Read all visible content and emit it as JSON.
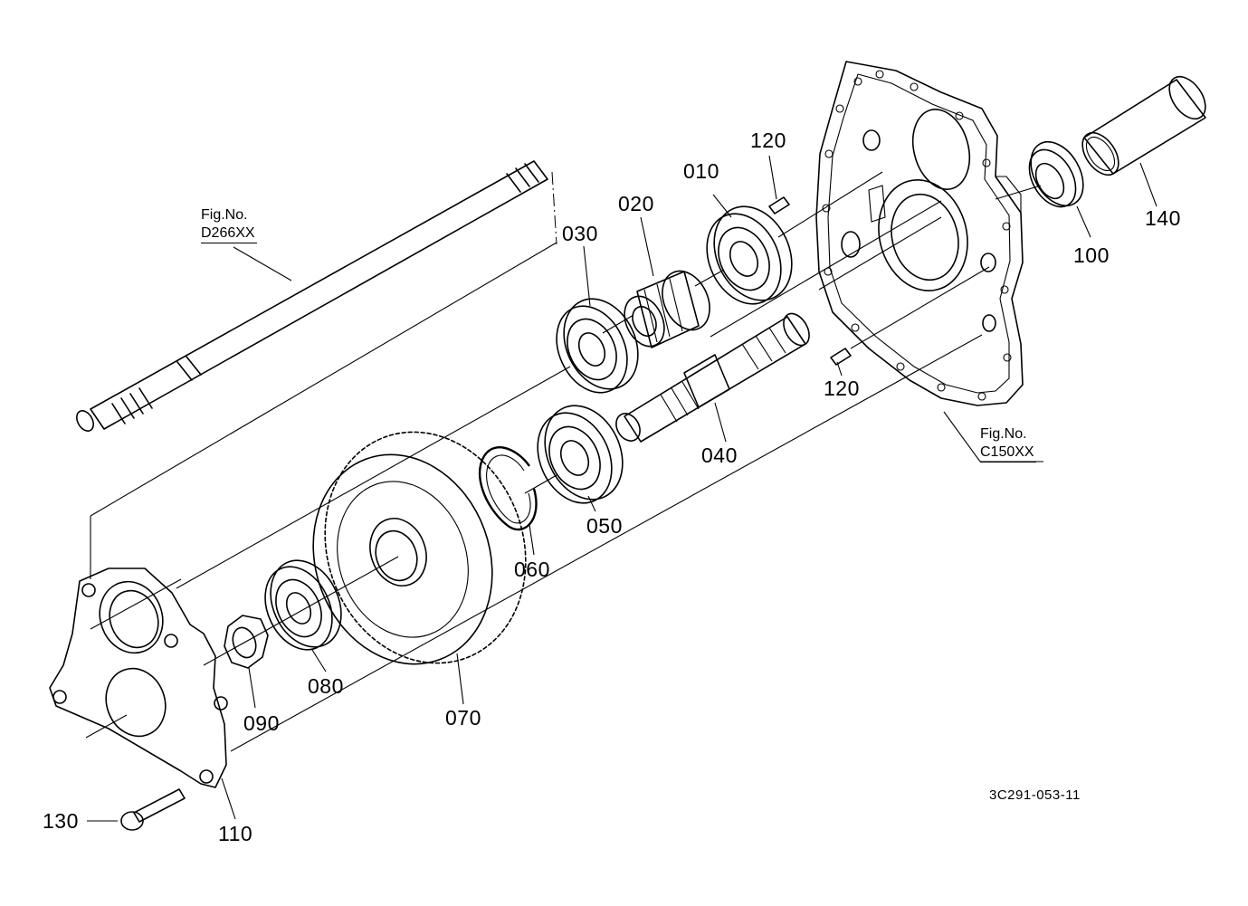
{
  "figure_refs": {
    "shaft": {
      "label": "Fig.No.",
      "code": "D266XX"
    },
    "housing": {
      "label": "Fig.No.",
      "code": "C150XX"
    }
  },
  "parts": {
    "p010": "010",
    "p020": "020",
    "p030": "030",
    "p040": "040",
    "p050": "050",
    "p060": "060",
    "p070": "070",
    "p080": "080",
    "p090": "090",
    "p100": "100",
    "p110": "110",
    "p120a": "120",
    "p120b": "120",
    "p130": "130",
    "p140": "140"
  },
  "drawing_code": "3C291-053-11"
}
